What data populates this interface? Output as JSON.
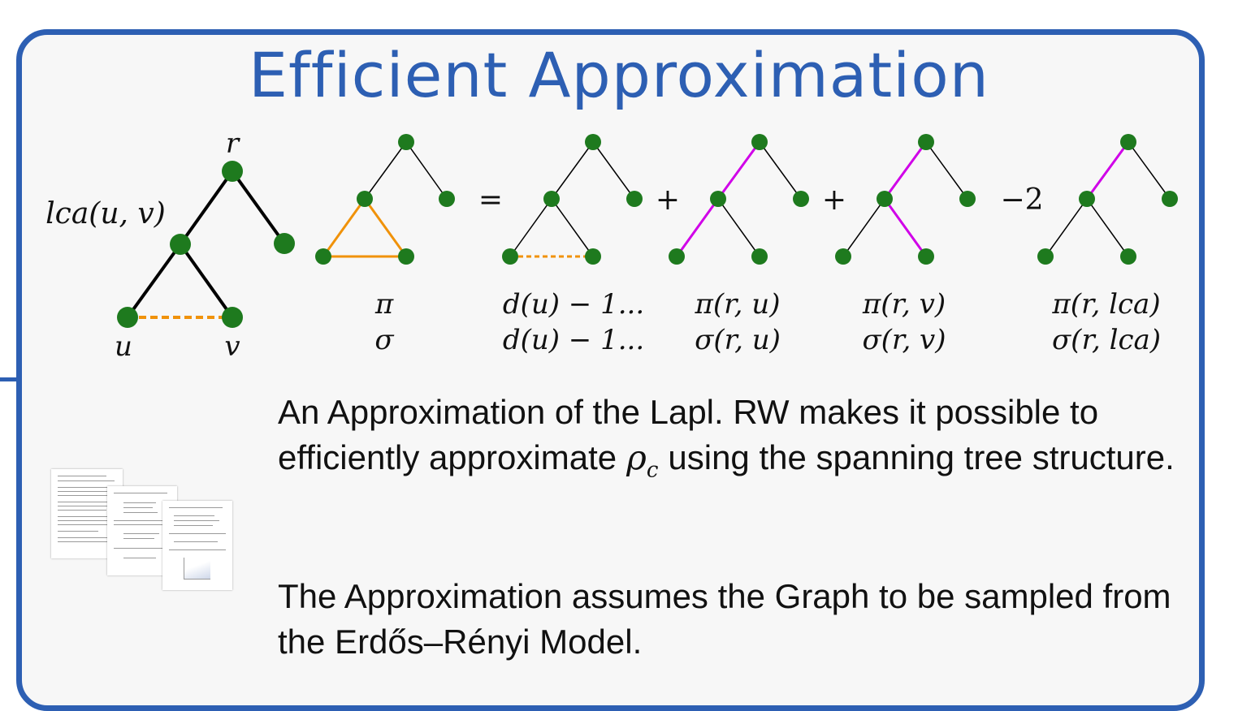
{
  "title": "Efficient Approximation",
  "colors": {
    "accent": "#2d5fb3",
    "node": "#1e7a1e",
    "highlight_orange": "#f0920a",
    "highlight_magenta": "#d000e8"
  },
  "diagram": {
    "large_tree": {
      "root": "r",
      "lca": "lca(u, v)",
      "left_leaf": "u",
      "right_leaf": "v"
    },
    "equals": "=",
    "plus_1": "+",
    "plus_2": "+",
    "minus_2": "−2",
    "labels": [
      {
        "pi": "π",
        "sigma": "σ"
      },
      {
        "pi": "d(u) − 1...",
        "sigma": "d(u) − 1..."
      },
      {
        "pi": "π(r, u)",
        "sigma": "σ(r, u)"
      },
      {
        "pi": "π(r, v)",
        "sigma": "σ(r, v)"
      },
      {
        "pi": "π(r, lca)",
        "sigma": "σ(r, lca)"
      }
    ]
  },
  "text": {
    "para1_before": "An Approximation of the Lapl. RW makes it possible to efficiently approximate",
    "rho": "ρ",
    "rho_sub": "c",
    "para1_after": "using the spanning tree structure.",
    "para2": "The Approximation assumes the Graph to be sampled from the Erdős–Rényi Model."
  }
}
